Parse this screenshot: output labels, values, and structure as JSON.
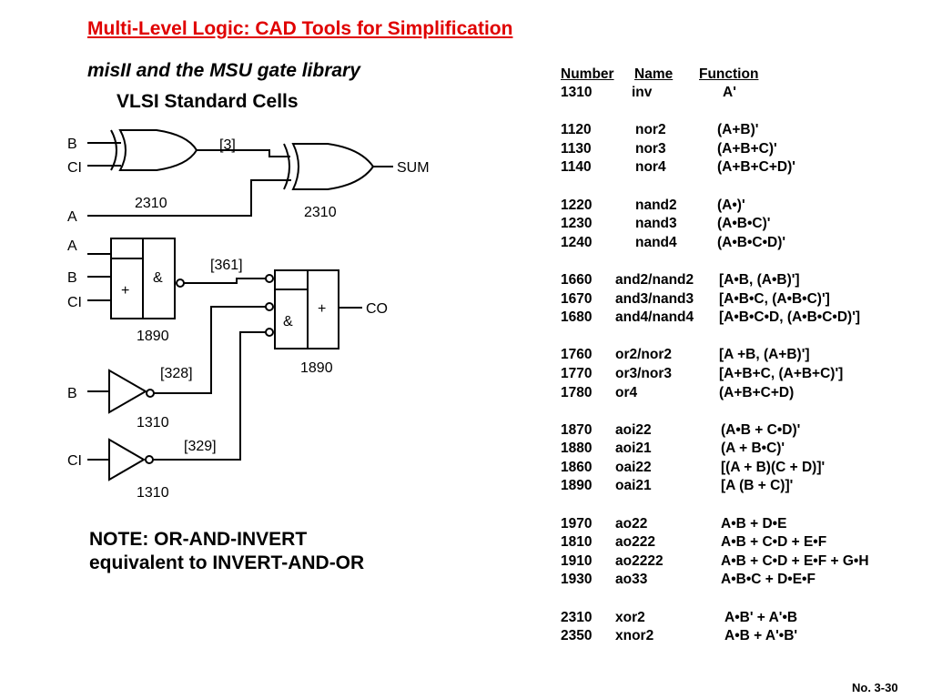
{
  "title": "Multi-Level Logic: CAD Tools for Simplification",
  "subtitle": "misII and the MSU gate library",
  "subtitle2": "VLSI Standard Cells",
  "note_lines": [
    "NOTE: OR-AND-INVERT",
    "equivalent to INVERT-AND-OR"
  ],
  "page_number": "No. 3-30",
  "schematic": {
    "inputs": {
      "xor1_b": "B",
      "xor1_ci": "CI",
      "xor2_a": "A",
      "aoi_a": "A",
      "aoi_b": "B",
      "aoi_ci": "CI",
      "inv1_b": "B",
      "inv2_ci": "CI"
    },
    "outputs": {
      "sum": "SUM",
      "co": "CO"
    },
    "gate_numbers": {
      "xor1": "2310",
      "xor2": "2310",
      "aoi": "1890",
      "oai": "1890",
      "inv1": "1310",
      "inv2": "1310"
    },
    "gate_symbols": {
      "plus": "+",
      "amp": "&"
    },
    "net_labels": {
      "n3": "[3]",
      "n361": "[361]",
      "n328": "[328]",
      "n329": "[329]"
    }
  },
  "library": {
    "headers": [
      "Number",
      "Name",
      "Function"
    ],
    "groups": [
      [
        {
          "num": "1310",
          "name": "inv",
          "func": "A'"
        }
      ],
      [
        {
          "num": "1120",
          "name": "nor2",
          "func": "(A+B)'"
        },
        {
          "num": "1130",
          "name": "nor3",
          "func": "(A+B+C)'"
        },
        {
          "num": "1140",
          "name": "nor4",
          "func": "(A+B+C+D)'"
        }
      ],
      [
        {
          "num": "1220",
          "name": "nand2",
          "func": "(A•)'"
        },
        {
          "num": "1230",
          "name": "nand3",
          "func": "(A•B•C)'"
        },
        {
          "num": "1240",
          "name": "nand4",
          "func": "(A•B•C•D)'"
        }
      ],
      [
        {
          "num": "1660",
          "name": "and2/nand2",
          "func": "[A•B, (A•B)']"
        },
        {
          "num": "1670",
          "name": "and3/nand3",
          "func": "[A•B•C, (A•B•C)']"
        },
        {
          "num": "1680",
          "name": "and4/nand4",
          "func": "[A•B•C•D, (A•B•C•D)']"
        }
      ],
      [
        {
          "num": "1760",
          "name": "or2/nor2",
          "func": "[A +B, (A+B)']"
        },
        {
          "num": "1770",
          "name": "or3/nor3",
          "func": "[A+B+C, (A+B+C)']"
        },
        {
          "num": "1780",
          "name": "or4",
          "func": "(A+B+C+D)"
        }
      ],
      [
        {
          "num": "1870",
          "name": "aoi22",
          "func": "(A•B + C•D)'"
        },
        {
          "num": "1880",
          "name": "aoi21",
          "func": "(A + B•C)'"
        },
        {
          "num": "1860",
          "name": "oai22",
          "func": "[(A + B)(C + D)]'"
        },
        {
          "num": "1890",
          "name": "oai21",
          "func": "[A (B + C)]'"
        }
      ],
      [
        {
          "num": "1970",
          "name": "ao22",
          "func": "A•B + D•E"
        },
        {
          "num": "1810",
          "name": "ao222",
          "func": "A•B + C•D + E•F"
        },
        {
          "num": "1910",
          "name": "ao2222",
          "func": "A•B + C•D + E•F + G•H"
        },
        {
          "num": "1930",
          "name": "ao33",
          "func": "A•B•C + D•E•F"
        }
      ],
      [
        {
          "num": "2310",
          "name": "xor2",
          "func": "A•B' + A'•B"
        },
        {
          "num": "2350",
          "name": "xnor2",
          "func": "A•B + A'•B'"
        }
      ]
    ]
  }
}
